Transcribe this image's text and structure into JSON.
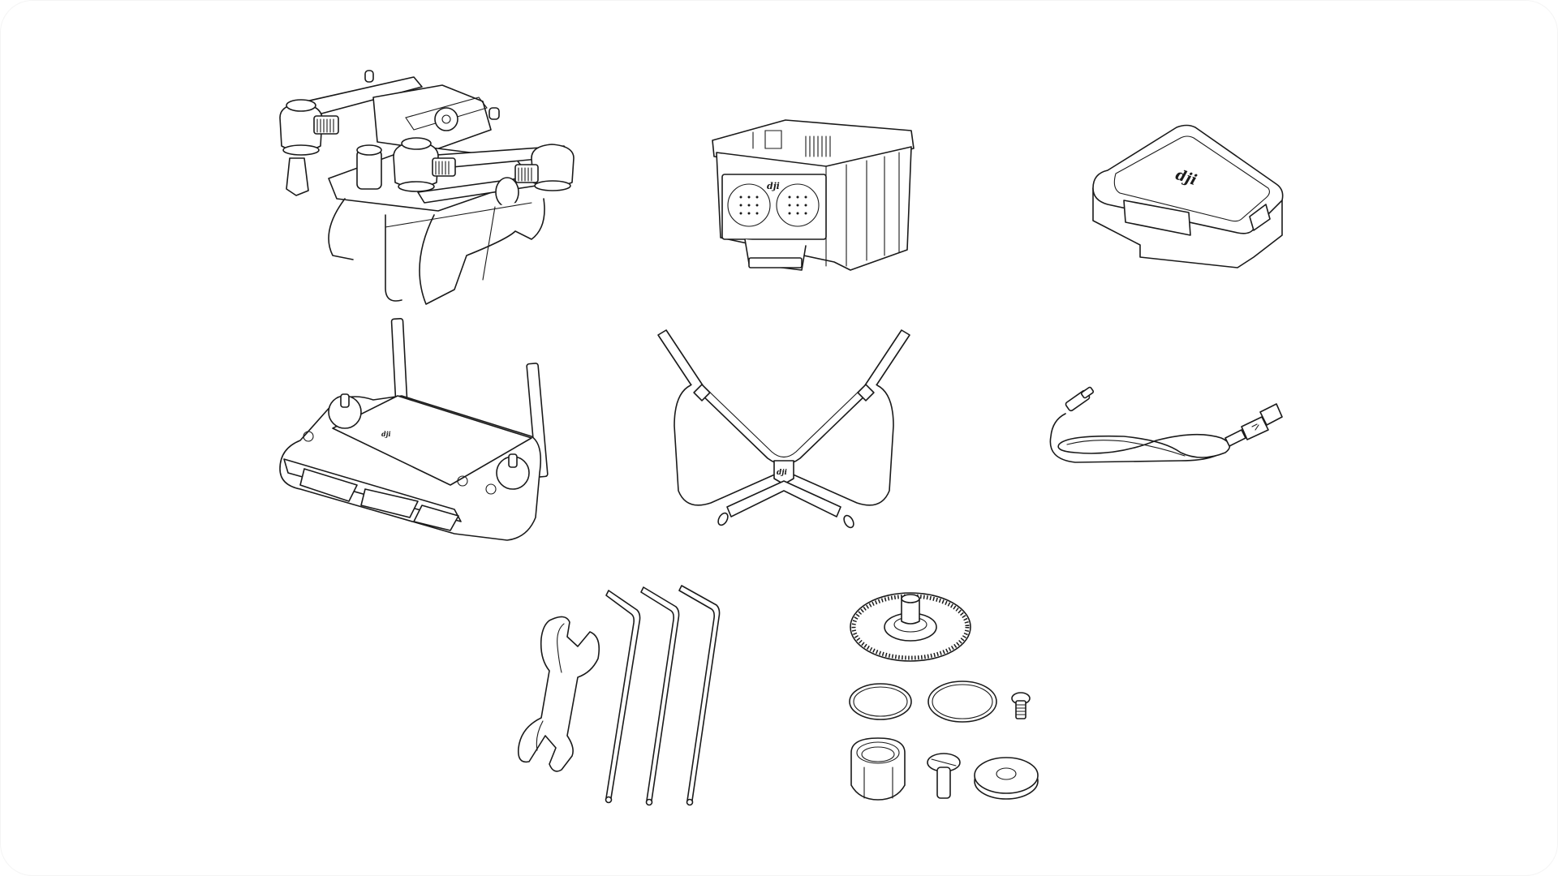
{
  "figure": {
    "type": "package-contents-illustration",
    "background": "#ffffff",
    "line_color": "#1a1a1a",
    "brand_mark": "dji"
  },
  "items": [
    {
      "id": "aircraft",
      "label": "Aircraft",
      "icon": "agricultural-drone-icon"
    },
    {
      "id": "battery",
      "label": "Intelligent Flight Battery",
      "icon": "battery-icon",
      "logo": "dji"
    },
    {
      "id": "case",
      "label": "Storage Case",
      "icon": "case-icon",
      "logo": "dji"
    },
    {
      "id": "remote",
      "label": "Remote Controller",
      "icon": "remote-controller-icon",
      "logo": "dji"
    },
    {
      "id": "strap",
      "label": "Remote Controller Strap",
      "icon": "strap-icon",
      "logo": "dji"
    },
    {
      "id": "cable",
      "label": "USB-C Cable",
      "icon": "usb-cable-icon"
    },
    {
      "id": "wrench",
      "label": "Wrench",
      "icon": "wrench-icon"
    },
    {
      "id": "hex_keys",
      "label": "Hex Keys",
      "icon": "hex-key-icon",
      "count": 3
    },
    {
      "id": "spares",
      "label": "Spare Parts",
      "icon": "spare-parts-icon",
      "parts": [
        "Gear",
        "O-ring",
        "O-ring",
        "Screw",
        "Nut",
        "Countersunk Screw",
        "Washer"
      ]
    }
  ]
}
